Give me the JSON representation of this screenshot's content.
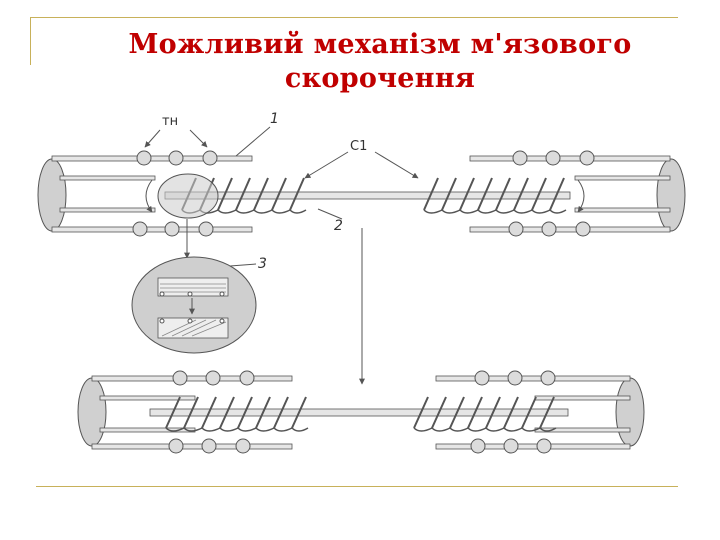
{
  "slide": {
    "title_line1": "Можливий механізм м'язового",
    "title_line2": "скорочення"
  },
  "diagram": {
    "labels": {
      "tn": "тн",
      "n1": "1",
      "c1": "C1",
      "n2": "2",
      "n3": "3"
    },
    "colors": {
      "title": "#c00000",
      "frame": "#c8b15a",
      "line": "#555555",
      "fill_light": "#e6e6e6",
      "fill_disc": "#d0d0d0",
      "bead": "#dcdcdc"
    }
  }
}
